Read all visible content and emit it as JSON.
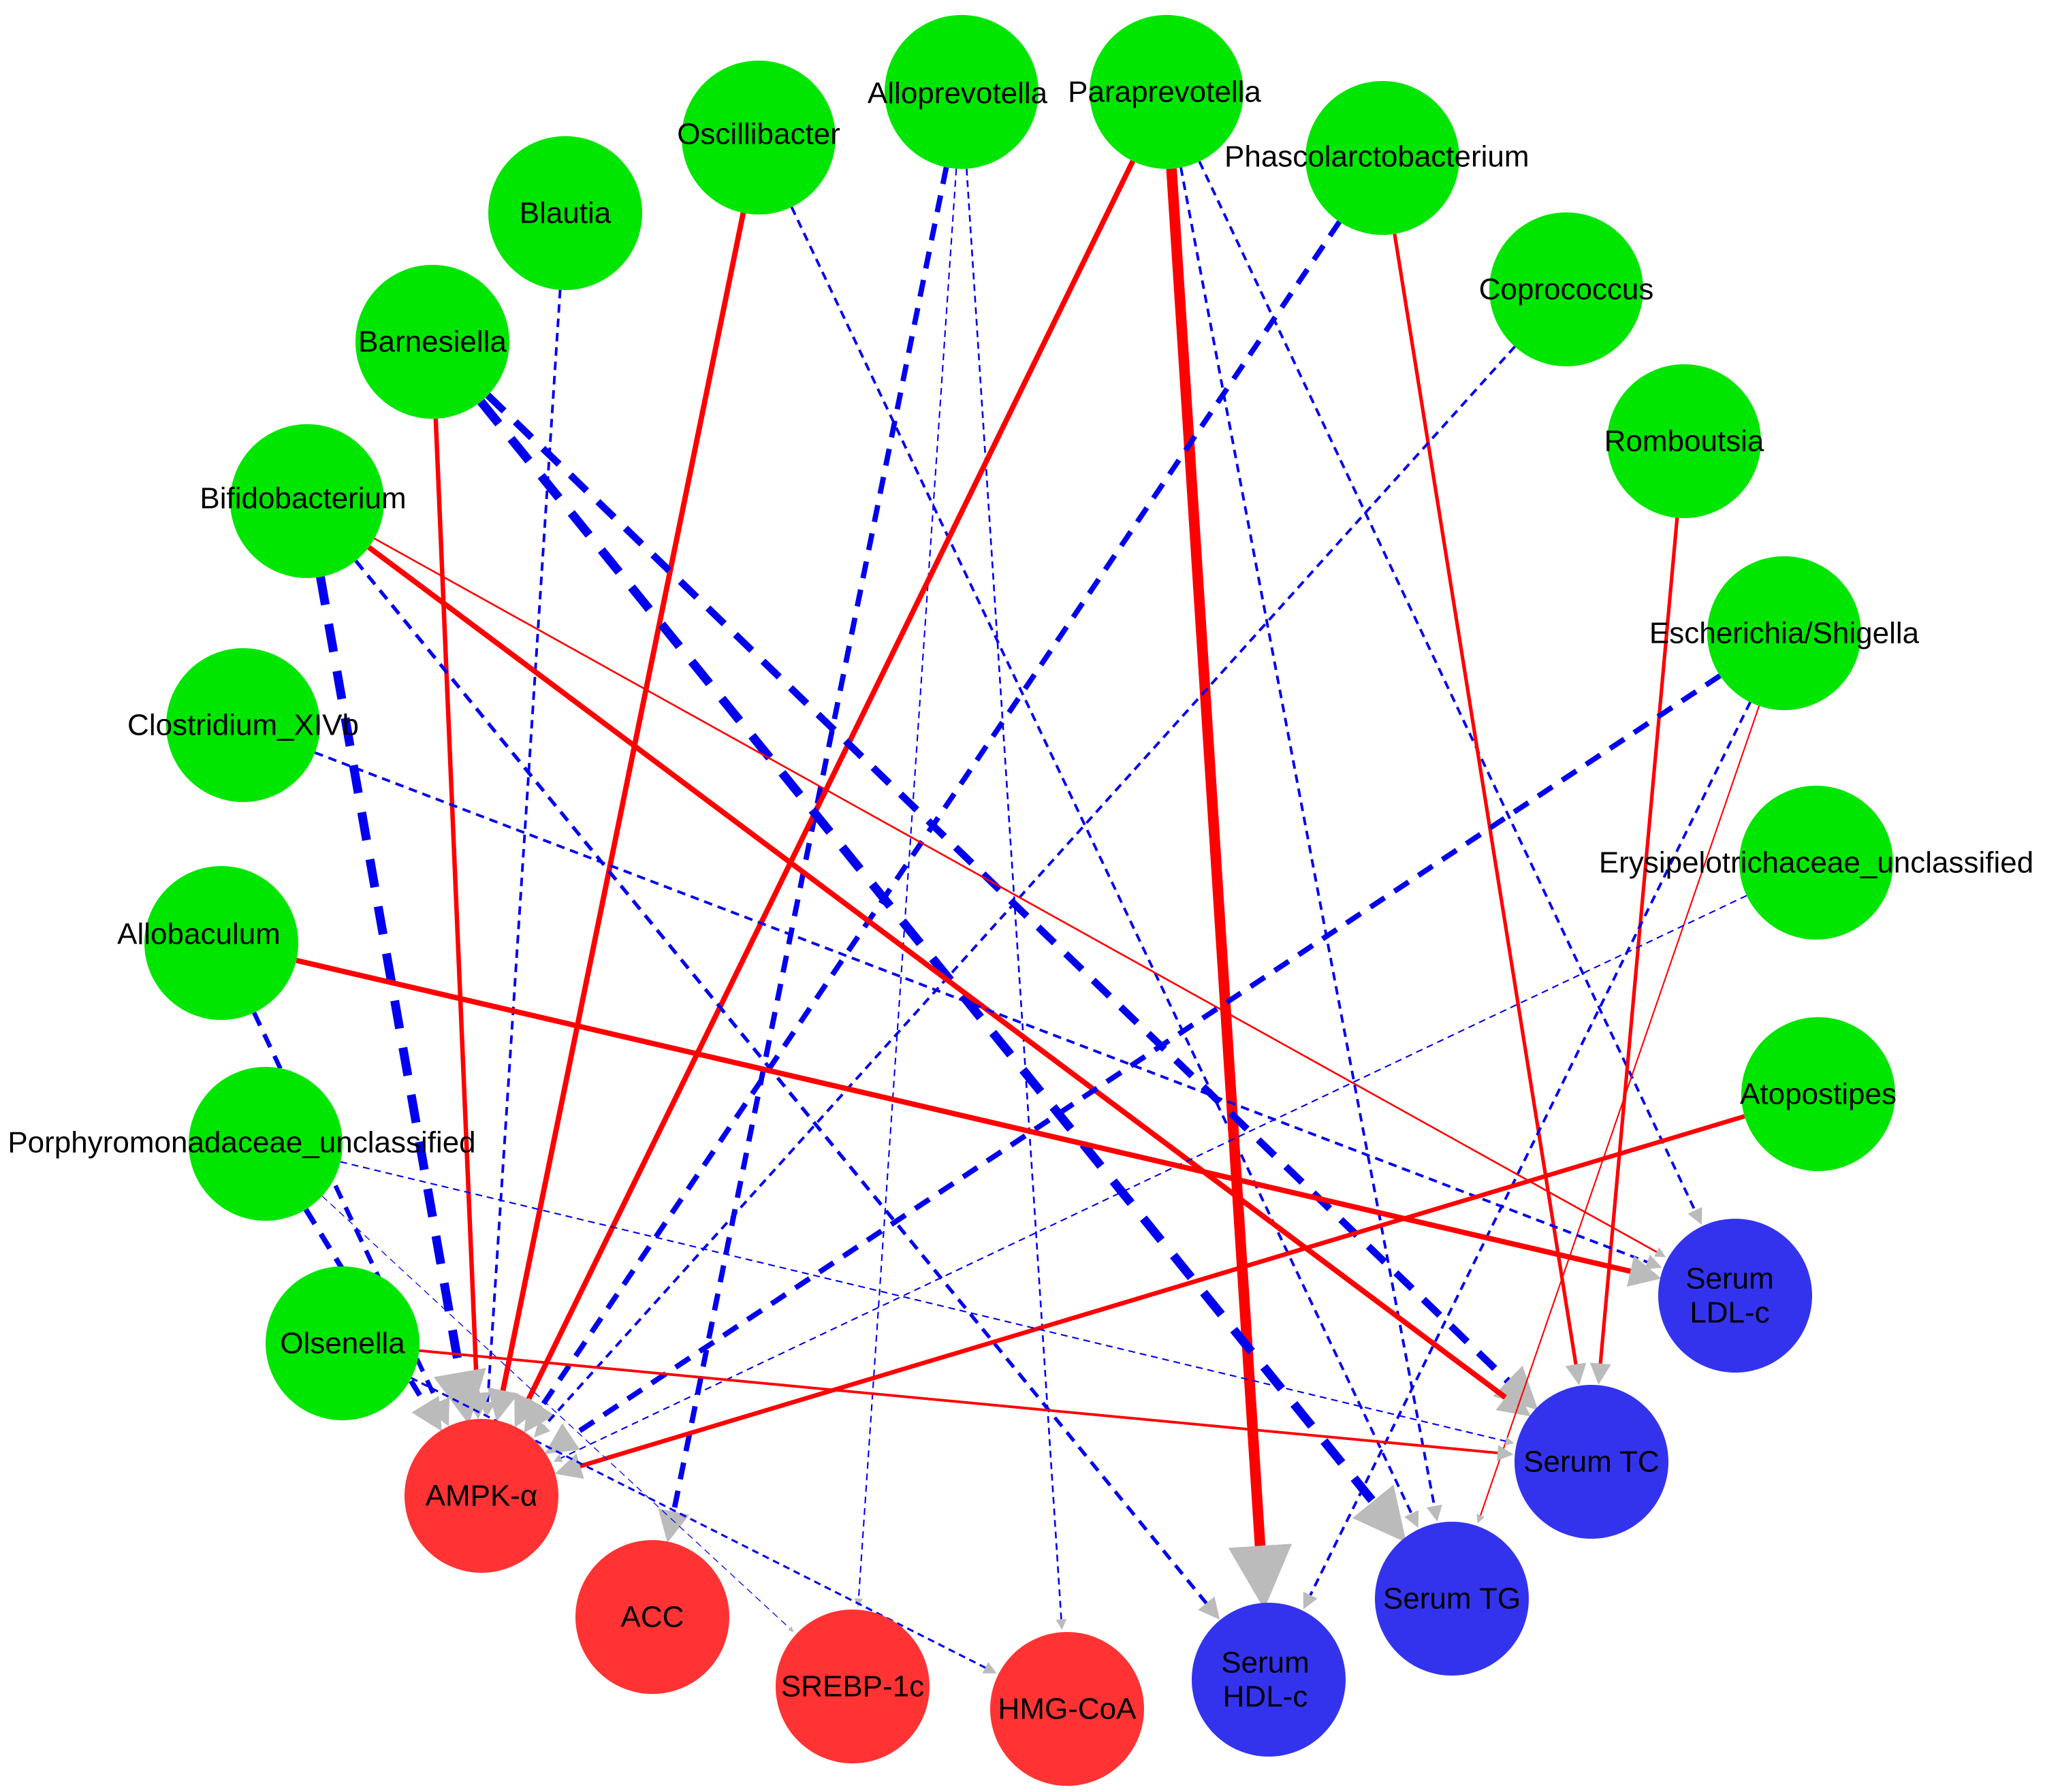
{
  "colors": {
    "bacteria_node": "#00e600",
    "protein_node": "#ff3333",
    "serum_node": "#3333ee",
    "positive_edge": "#ff0000",
    "negative_edge": "#0000ee",
    "arrowhead": "#bbbbbb"
  },
  "nodes": [
    {
      "id": "oscillibacter",
      "label": "Oscillibacter",
      "group": "bacteria"
    },
    {
      "id": "alloprevotella",
      "label": "Alloprevotella",
      "group": "bacteria"
    },
    {
      "id": "paraprevotella",
      "label": "Paraprevotella",
      "group": "bacteria"
    },
    {
      "id": "phascolarctobacterium",
      "label": "Phascolarctobacterium",
      "group": "bacteria"
    },
    {
      "id": "blautia",
      "label": "Blautia",
      "group": "bacteria"
    },
    {
      "id": "coprococcus",
      "label": "Coprococcus",
      "group": "bacteria"
    },
    {
      "id": "barnesiella",
      "label": "Barnesiella",
      "group": "bacteria"
    },
    {
      "id": "romboutsia",
      "label": "Romboutsia",
      "group": "bacteria"
    },
    {
      "id": "bifidobacterium",
      "label": "Bifidobacterium",
      "group": "bacteria"
    },
    {
      "id": "escherichia",
      "label": "Escherichia/Shigella",
      "group": "bacteria"
    },
    {
      "id": "clostridium",
      "label": "Clostridium_XIVb",
      "group": "bacteria"
    },
    {
      "id": "erysipelotrichaceae",
      "label": "Erysipelotrichaceae_unclassified",
      "group": "bacteria"
    },
    {
      "id": "allobaculum",
      "label": "Allobaculum",
      "group": "bacteria"
    },
    {
      "id": "atopostipes",
      "label": "Atopostipes",
      "group": "bacteria"
    },
    {
      "id": "porphyromonadaceae",
      "label": "Porphyromonadaceae_unclassified",
      "group": "bacteria"
    },
    {
      "id": "olsenella",
      "label": "Olsenella",
      "group": "bacteria"
    },
    {
      "id": "ampk",
      "label": "AMPK-α",
      "group": "protein"
    },
    {
      "id": "acc",
      "label": "ACC",
      "group": "protein"
    },
    {
      "id": "srebp",
      "label": "SREBP-1c",
      "group": "protein"
    },
    {
      "id": "hmgcoa",
      "label": "HMG-CoA",
      "group": "protein"
    },
    {
      "id": "ldl",
      "label": "Serum\nLDL-c",
      "group": "serum"
    },
    {
      "id": "tc",
      "label": "Serum TC",
      "group": "serum"
    },
    {
      "id": "tg",
      "label": "Serum TG",
      "group": "serum"
    },
    {
      "id": "hdl",
      "label": "Serum\nHDL-c",
      "group": "serum"
    }
  ],
  "edges": [
    {
      "source": "oscillibacter",
      "target": "ampk",
      "sign": "positive",
      "weight": 3
    },
    {
      "source": "oscillibacter",
      "target": "tg",
      "sign": "negative",
      "weight": 1.5
    },
    {
      "source": "alloprevotella",
      "target": "acc",
      "sign": "negative",
      "weight": 3
    },
    {
      "source": "alloprevotella",
      "target": "srebp",
      "sign": "negative",
      "weight": 0.8
    },
    {
      "source": "alloprevotella",
      "target": "hmgcoa",
      "sign": "negative",
      "weight": 1
    },
    {
      "source": "paraprevotella",
      "target": "ampk",
      "sign": "positive",
      "weight": 3
    },
    {
      "source": "paraprevotella",
      "target": "hdl",
      "sign": "positive",
      "weight": 6
    },
    {
      "source": "paraprevotella",
      "target": "tg",
      "sign": "negative",
      "weight": 1.5
    },
    {
      "source": "paraprevotella",
      "target": "ldl",
      "sign": "negative",
      "weight": 1.5
    },
    {
      "source": "phascolarctobacterium",
      "target": "ampk",
      "sign": "negative",
      "weight": 3
    },
    {
      "source": "phascolarctobacterium",
      "target": "tc",
      "sign": "positive",
      "weight": 2
    },
    {
      "source": "blautia",
      "target": "ampk",
      "sign": "negative",
      "weight": 1.5
    },
    {
      "source": "coprococcus",
      "target": "ampk",
      "sign": "negative",
      "weight": 1.5
    },
    {
      "source": "barnesiella",
      "target": "ampk",
      "sign": "positive",
      "weight": 2.5
    },
    {
      "source": "barnesiella",
      "target": "tc",
      "sign": "negative",
      "weight": 4
    },
    {
      "source": "barnesiella",
      "target": "tg",
      "sign": "negative",
      "weight": 5
    },
    {
      "source": "romboutsia",
      "target": "tc",
      "sign": "positive",
      "weight": 2
    },
    {
      "source": "bifidobacterium",
      "target": "ampk",
      "sign": "negative",
      "weight": 5
    },
    {
      "source": "bifidobacterium",
      "target": "hdl",
      "sign": "negative",
      "weight": 2
    },
    {
      "source": "bifidobacterium",
      "target": "tc",
      "sign": "positive",
      "weight": 3
    },
    {
      "source": "bifidobacterium",
      "target": "ldl",
      "sign": "positive",
      "weight": 1
    },
    {
      "source": "escherichia",
      "target": "ampk",
      "sign": "negative",
      "weight": 3
    },
    {
      "source": "escherichia",
      "target": "hdl",
      "sign": "negative",
      "weight": 1.5
    },
    {
      "source": "escherichia",
      "target": "tg",
      "sign": "positive",
      "weight": 0.8
    },
    {
      "source": "clostridium",
      "target": "ldl",
      "sign": "negative",
      "weight": 1.5
    },
    {
      "source": "erysipelotrichaceae",
      "target": "ampk",
      "sign": "negative",
      "weight": 0.8
    },
    {
      "source": "allobaculum",
      "target": "ampk",
      "sign": "negative",
      "weight": 2.5
    },
    {
      "source": "allobaculum",
      "target": "ldl",
      "sign": "positive",
      "weight": 3
    },
    {
      "source": "atopostipes",
      "target": "ampk",
      "sign": "positive",
      "weight": 2.5
    },
    {
      "source": "porphyromonadaceae",
      "target": "ampk",
      "sign": "negative",
      "weight": 3
    },
    {
      "source": "porphyromonadaceae",
      "target": "srebp",
      "sign": "negative",
      "weight": 0.5
    },
    {
      "source": "porphyromonadaceae",
      "target": "tc",
      "sign": "negative",
      "weight": 0.8
    },
    {
      "source": "olsenella",
      "target": "tc",
      "sign": "positive",
      "weight": 1.5
    },
    {
      "source": "olsenella",
      "target": "hmgcoa",
      "sign": "negative",
      "weight": 1.2
    }
  ]
}
